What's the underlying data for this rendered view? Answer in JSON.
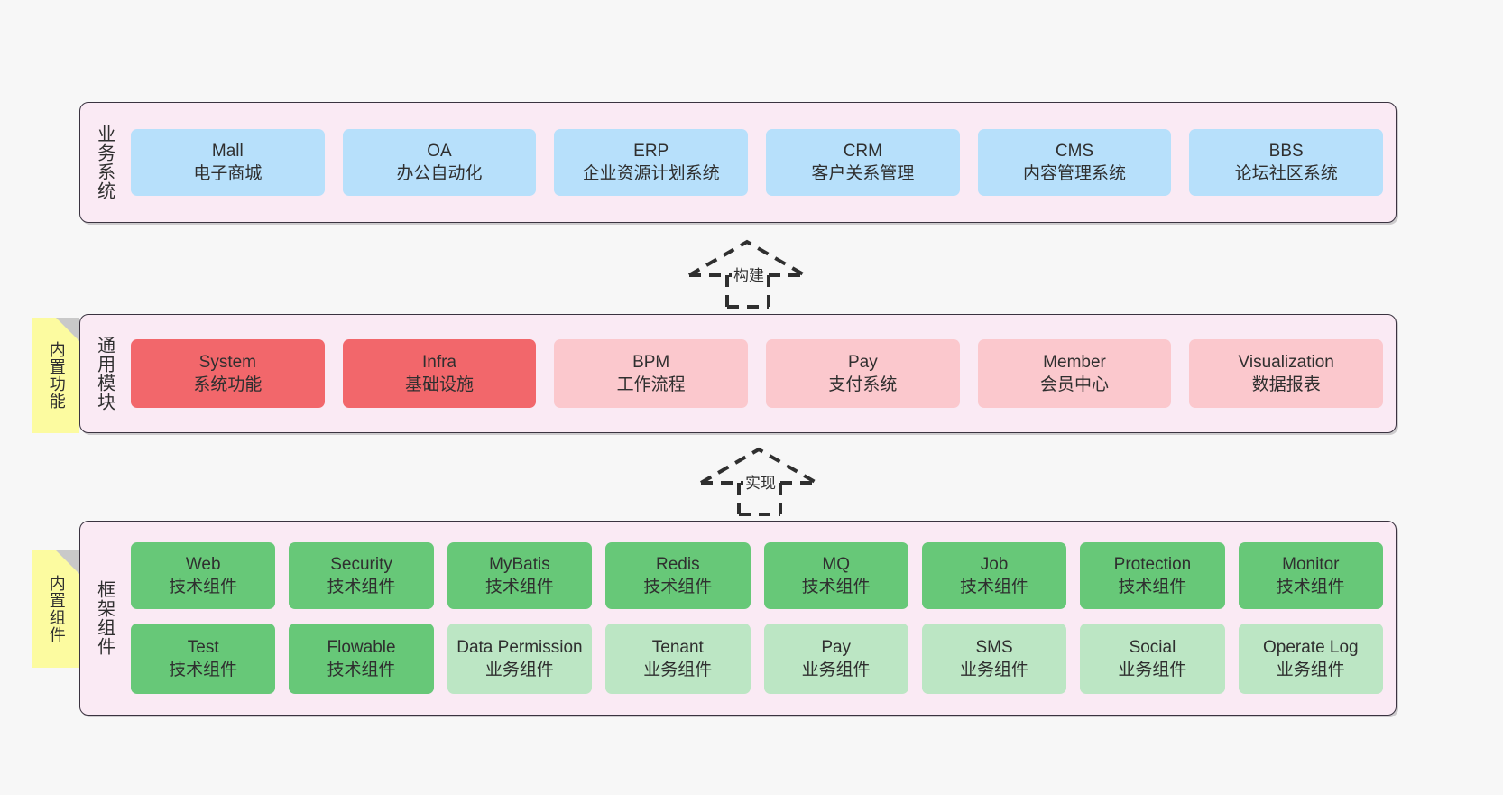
{
  "diagram": {
    "background_color": "#f7f7f7",
    "panel_color": "#faeaf4",
    "panel_border_color": "#3a3340"
  },
  "layers": [
    {
      "id": "business-system",
      "title": "业务系统",
      "note": null,
      "rows": [
        {
          "cards": [
            {
              "name": "mall",
              "t1": "Mall",
              "t2": "电子商城",
              "color": "#b7e0fb",
              "style": "c-blue"
            },
            {
              "name": "oa",
              "t1": "OA",
              "t2": "办公自动化",
              "color": "#b7e0fb",
              "style": "c-blue"
            },
            {
              "name": "erp",
              "t1": "ERP",
              "t2": "企业资源计划系统",
              "color": "#b7e0fb",
              "style": "c-blue"
            },
            {
              "name": "crm",
              "t1": "CRM",
              "t2": "客户关系管理",
              "color": "#b7e0fb",
              "style": "c-blue"
            },
            {
              "name": "cms",
              "t1": "CMS",
              "t2": "内容管理系统",
              "color": "#b7e0fb",
              "style": "c-blue"
            },
            {
              "name": "bbs",
              "t1": "BBS",
              "t2": "论坛社区系统",
              "color": "#b7e0fb",
              "style": "c-blue"
            }
          ]
        }
      ]
    },
    {
      "id": "common-module",
      "title": "通用模块",
      "note": "内置功能",
      "rows": [
        {
          "cards": [
            {
              "name": "system",
              "t1": "System",
              "t2": "系统功能",
              "color": "#f2676b",
              "style": "c-red"
            },
            {
              "name": "infra",
              "t1": "Infra",
              "t2": "基础设施",
              "color": "#f2676b",
              "style": "c-red"
            },
            {
              "name": "bpm",
              "t1": "BPM",
              "t2": "工作流程",
              "color": "#fbc8cd",
              "style": "c-pink"
            },
            {
              "name": "pay",
              "t1": "Pay",
              "t2": "支付系统",
              "color": "#fbc8cd",
              "style": "c-pink"
            },
            {
              "name": "member",
              "t1": "Member",
              "t2": "会员中心",
              "color": "#fbc8cd",
              "style": "c-pink"
            },
            {
              "name": "visualization",
              "t1": "Visualization",
              "t2": "数据报表",
              "color": "#fbc8cd",
              "style": "c-pink"
            }
          ]
        }
      ]
    },
    {
      "id": "framework-component",
      "title": "框架组件",
      "note": "内置组件",
      "rows": [
        {
          "cards": [
            {
              "name": "web",
              "t1": "Web",
              "t2": "技术组件",
              "color": "#67c878",
              "style": "c-green"
            },
            {
              "name": "security",
              "t1": "Security",
              "t2": "技术组件",
              "color": "#67c878",
              "style": "c-green"
            },
            {
              "name": "mybatis",
              "t1": "MyBatis",
              "t2": "技术组件",
              "color": "#67c878",
              "style": "c-green"
            },
            {
              "name": "redis",
              "t1": "Redis",
              "t2": "技术组件",
              "color": "#67c878",
              "style": "c-green"
            },
            {
              "name": "mq",
              "t1": "MQ",
              "t2": "技术组件",
              "color": "#67c878",
              "style": "c-green"
            },
            {
              "name": "job",
              "t1": "Job",
              "t2": "技术组件",
              "color": "#67c878",
              "style": "c-green"
            },
            {
              "name": "protection",
              "t1": "Protection",
              "t2": "技术组件",
              "color": "#67c878",
              "style": "c-green"
            },
            {
              "name": "monitor",
              "t1": "Monitor",
              "t2": "技术组件",
              "color": "#67c878",
              "style": "c-green"
            }
          ]
        },
        {
          "cards": [
            {
              "name": "test",
              "t1": "Test",
              "t2": "技术组件",
              "color": "#67c878",
              "style": "c-green"
            },
            {
              "name": "flowable",
              "t1": "Flowable",
              "t2": "技术组件",
              "color": "#67c878",
              "style": "c-green"
            },
            {
              "name": "data-permission",
              "t1": "Data Permission",
              "t2": "业务组件",
              "color": "#bce6c4",
              "style": "c-lightgreen",
              "wrap": true
            },
            {
              "name": "tenant",
              "t1": "Tenant",
              "t2": "业务组件",
              "color": "#bce6c4",
              "style": "c-lightgreen"
            },
            {
              "name": "pay-component",
              "t1": "Pay",
              "t2": "业务组件",
              "color": "#bce6c4",
              "style": "c-lightgreen"
            },
            {
              "name": "sms",
              "t1": "SMS",
              "t2": "业务组件",
              "color": "#bce6c4",
              "style": "c-lightgreen"
            },
            {
              "name": "social",
              "t1": "Social",
              "t2": "业务组件",
              "color": "#bce6c4",
              "style": "c-lightgreen"
            },
            {
              "name": "operate-log",
              "t1": "Operate Log",
              "t2": "业务组件",
              "color": "#bce6c4",
              "style": "c-lightgreen"
            }
          ]
        }
      ]
    }
  ],
  "connectors": [
    {
      "id": "build",
      "label": "构建",
      "from": "common-module",
      "to": "business-system"
    },
    {
      "id": "implement",
      "label": "实现",
      "from": "framework-component",
      "to": "common-module"
    }
  ]
}
